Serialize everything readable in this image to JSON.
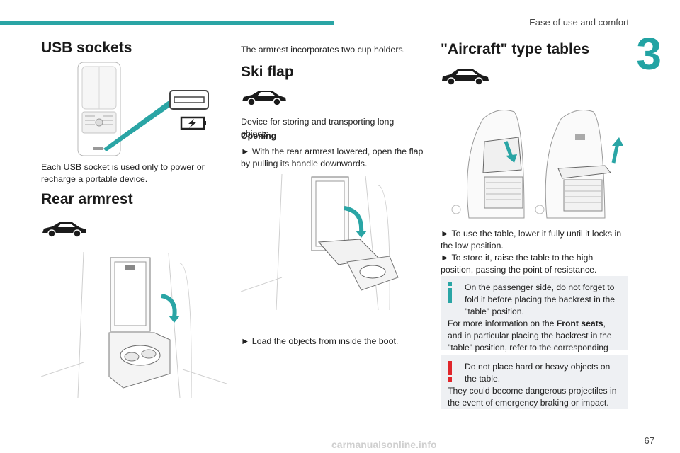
{
  "header": {
    "section": "Ease of use and comfort",
    "chapter_number": "3"
  },
  "usb": {
    "title": "USB sockets",
    "text": "Each USB socket is used only to power or recharge a portable device."
  },
  "rear_armrest": {
    "title": "Rear armrest",
    "text": "The armrest incorporates two cup holders."
  },
  "ski_flap": {
    "title": "Ski flap",
    "intro": "Device for storing and transporting long objects.",
    "opening_heading": "Opening",
    "step1": "► With the rear armrest lowered, open the flap by pulling its handle downwards.",
    "step2": "► Load the objects from inside the boot."
  },
  "tables": {
    "title": "\"Aircraft\" type tables",
    "step1": "► To use the table, lower it fully until it locks in the low position.",
    "step2": "► To store it, raise the table to the high position, passing the point of resistance.",
    "info_note": {
      "line1": "On the passenger side, do not forget to fold it before placing the backrest in the \"table\" position.",
      "line2_prefix": "For more information on the ",
      "line2_bold": "Front seats",
      "line2_suffix": ", and in particular placing the backrest in the \"table\" position, refer to the corresponding section."
    },
    "warning_note": {
      "line1": "Do not place hard or heavy objects on the table.",
      "line2": "They could become dangerous projectiles in the event of emergency braking or impact."
    }
  },
  "footer": {
    "page_number": "67",
    "watermark": "carmanualsonline.info"
  },
  "colors": {
    "accent": "#2aa5a5",
    "warning": "#e0262b",
    "note_bg": "#eef0f3"
  },
  "icons": [
    "car-silhouette-icon",
    "info-icon",
    "warning-icon",
    "battery-charge-icon",
    "usb-port-icon",
    "arrow-icon"
  ]
}
